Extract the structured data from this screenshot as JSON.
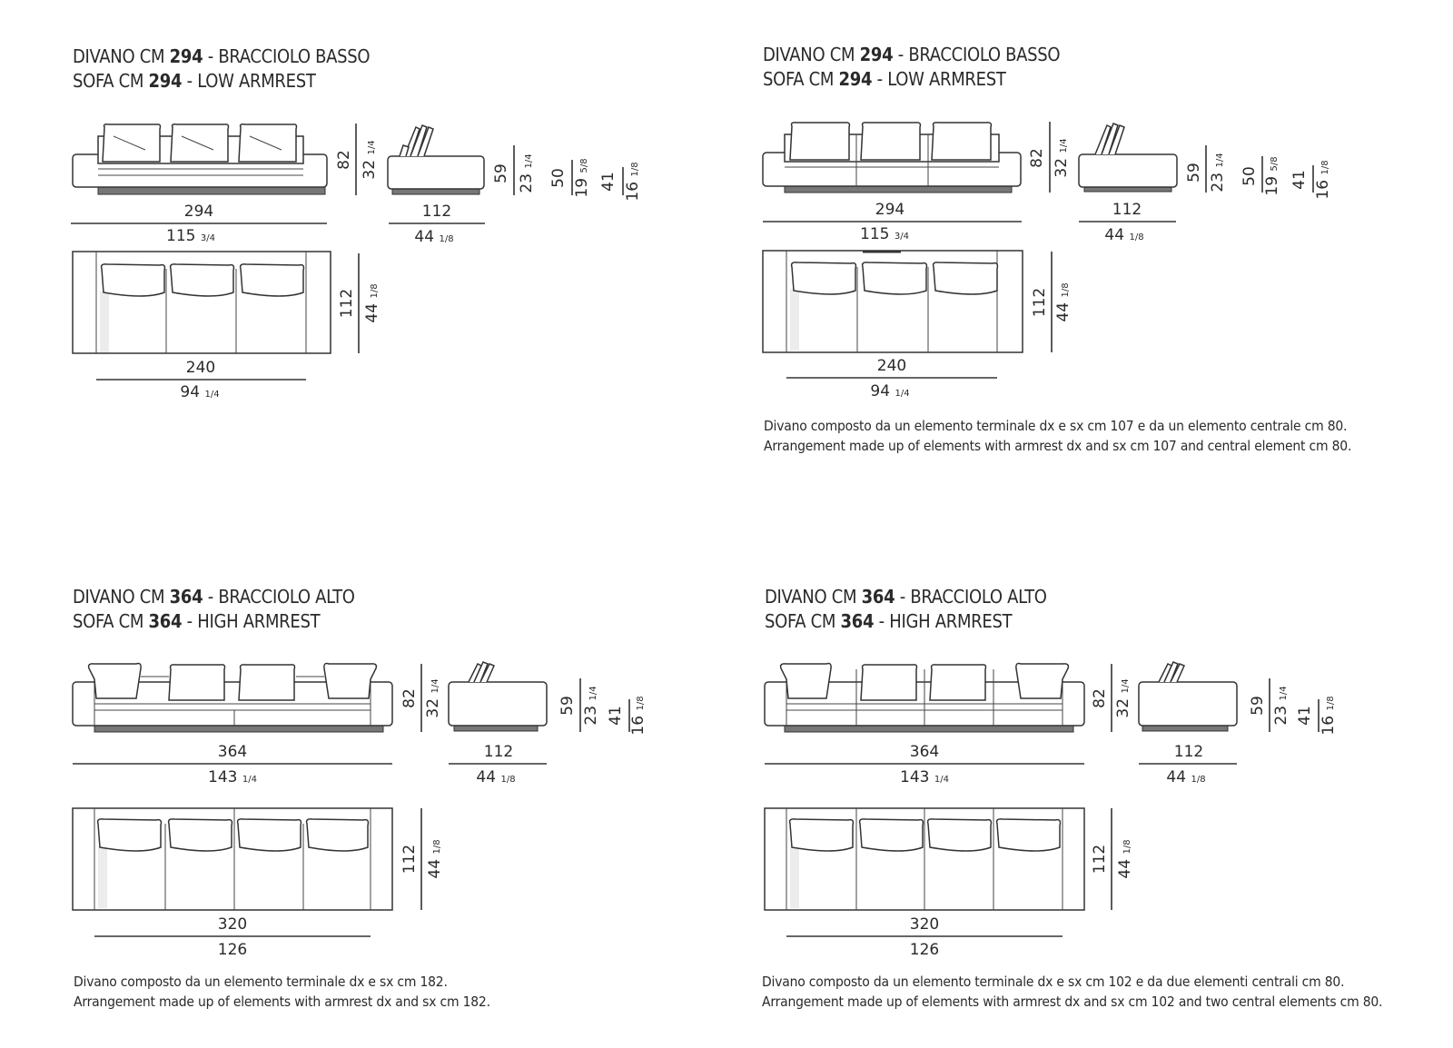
{
  "panels": [
    {
      "title_it": {
        "pre": "DIVANO CM ",
        "num": "294",
        "post": " - BRACCIOLO BASSO"
      },
      "title_en": {
        "pre": "SOFA CM ",
        "num": "294",
        "post": " - LOW ARMREST"
      },
      "front": {
        "cm": "294",
        "in": "115",
        "in_frac": "3/4",
        "height_cm": "82",
        "height_in": "32",
        "height_in_frac": "1/4"
      },
      "side": {
        "cm": "112",
        "in": "44",
        "in_frac": "1/8",
        "dims": [
          {
            "cm": "59",
            "in": "23",
            "in_frac": "1/4"
          },
          {
            "cm": "50",
            "in": "19",
            "in_frac": "5/8"
          },
          {
            "cm": "41",
            "in": "16",
            "in_frac": "1/8"
          }
        ]
      },
      "plan": {
        "cm": "240",
        "in": "94",
        "in_frac": "1/4",
        "depth_cm": "112",
        "depth_in": "44",
        "depth_in_frac": "1/8"
      },
      "note_it": "",
      "note_en": ""
    },
    {
      "title_it": {
        "pre": "DIVANO CM ",
        "num": "294",
        "post": " - BRACCIOLO BASSO"
      },
      "title_en": {
        "pre": "SOFA CM ",
        "num": "294",
        "post": " - LOW ARMREST"
      },
      "front": {
        "cm": "294",
        "in": "115",
        "in_frac": "3/4",
        "height_cm": "82",
        "height_in": "32",
        "height_in_frac": "1/4"
      },
      "side": {
        "cm": "112",
        "in": "44",
        "in_frac": "1/8",
        "dims": [
          {
            "cm": "59",
            "in": "23",
            "in_frac": "1/4"
          },
          {
            "cm": "50",
            "in": "19",
            "in_frac": "5/8"
          },
          {
            "cm": "41",
            "in": "16",
            "in_frac": "1/8"
          }
        ]
      },
      "plan": {
        "cm": "240",
        "in": "94",
        "in_frac": "1/4",
        "depth_cm": "112",
        "depth_in": "44",
        "depth_in_frac": "1/8"
      },
      "note_it": "Divano composto da un elemento terminale dx e sx cm 107 e da un elemento centrale cm 80.",
      "note_en": "Arrangement made up of elements with armrest dx and sx cm 107 and central element cm 80."
    },
    {
      "title_it": {
        "pre": "DIVANO CM ",
        "num": "364",
        "post": " - BRACCIOLO ALTO"
      },
      "title_en": {
        "pre": "SOFA CM ",
        "num": "364",
        "post": " - HIGH ARMREST"
      },
      "front": {
        "cm": "364",
        "in": "143",
        "in_frac": "1/4",
        "height_cm": "82",
        "height_in": "32",
        "height_in_frac": "1/4"
      },
      "side": {
        "cm": "112",
        "in": "44",
        "in_frac": "1/8",
        "dims": [
          {
            "cm": "59",
            "in": "23",
            "in_frac": "1/4"
          },
          {
            "cm": "41",
            "in": "16",
            "in_frac": "1/8"
          }
        ]
      },
      "plan": {
        "cm": "320",
        "in": "126",
        "in_frac": "",
        "depth_cm": "112",
        "depth_in": "44",
        "depth_in_frac": "1/8"
      },
      "note_it": "Divano composto da un elemento terminale dx e sx cm 182.",
      "note_en": "Arrangement made up of elements with armrest dx and sx cm 182."
    },
    {
      "title_it": {
        "pre": "DIVANO CM ",
        "num": "364",
        "post": " - BRACCIOLO ALTO"
      },
      "title_en": {
        "pre": "SOFA CM ",
        "num": "364",
        "post": " - HIGH ARMREST"
      },
      "front": {
        "cm": "364",
        "in": "143",
        "in_frac": "1/4",
        "height_cm": "82",
        "height_in": "32",
        "height_in_frac": "1/4"
      },
      "side": {
        "cm": "112",
        "in": "44",
        "in_frac": "1/8",
        "dims": [
          {
            "cm": "59",
            "in": "23",
            "in_frac": "1/4"
          },
          {
            "cm": "41",
            "in": "16",
            "in_frac": "1/8"
          }
        ]
      },
      "plan": {
        "cm": "320",
        "in": "126",
        "in_frac": "",
        "depth_cm": "112",
        "depth_in": "44",
        "depth_in_frac": "1/8"
      },
      "note_it": "Divano composto da un elemento terminale dx e sx cm 102 e da due elementi centrali cm 80.",
      "note_en": "Arrangement made up of elements with armrest dx and sx cm 102 and two central elements cm 80."
    }
  ]
}
